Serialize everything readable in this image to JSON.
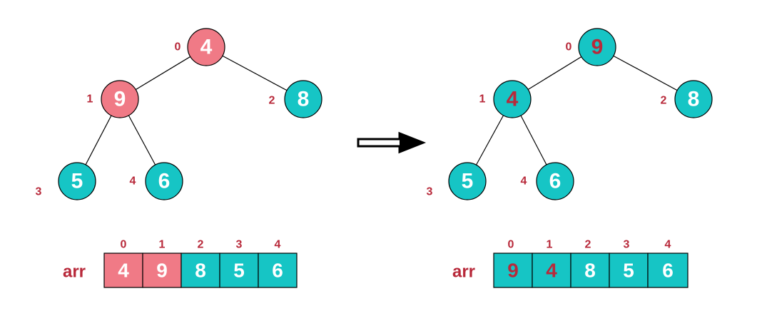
{
  "colors": {
    "pink": "#f07a86",
    "teal": "#16c5c5",
    "label": "#b8293a",
    "white": "#ffffff",
    "edge": "#000000"
  },
  "arrow_icon": "right-arrow-icon",
  "left": {
    "tree": {
      "nodes": [
        {
          "index": "0",
          "value": "4",
          "fill": "pink",
          "text": "white"
        },
        {
          "index": "1",
          "value": "9",
          "fill": "pink",
          "text": "white"
        },
        {
          "index": "2",
          "value": "8",
          "fill": "teal",
          "text": "white"
        },
        {
          "index": "3",
          "value": "5",
          "fill": "teal",
          "text": "white"
        },
        {
          "index": "4",
          "value": "6",
          "fill": "teal",
          "text": "white"
        }
      ]
    },
    "array": {
      "label": "arr",
      "indices": [
        "0",
        "1",
        "2",
        "3",
        "4"
      ],
      "cells": [
        {
          "value": "4",
          "fill": "pink",
          "text": "white"
        },
        {
          "value": "9",
          "fill": "pink",
          "text": "white"
        },
        {
          "value": "8",
          "fill": "teal",
          "text": "white"
        },
        {
          "value": "5",
          "fill": "teal",
          "text": "white"
        },
        {
          "value": "6",
          "fill": "teal",
          "text": "white"
        }
      ]
    }
  },
  "right": {
    "tree": {
      "nodes": [
        {
          "index": "0",
          "value": "9",
          "fill": "teal",
          "text": "label"
        },
        {
          "index": "1",
          "value": "4",
          "fill": "teal",
          "text": "label"
        },
        {
          "index": "2",
          "value": "8",
          "fill": "teal",
          "text": "white"
        },
        {
          "index": "3",
          "value": "5",
          "fill": "teal",
          "text": "white"
        },
        {
          "index": "4",
          "value": "6",
          "fill": "teal",
          "text": "white"
        }
      ]
    },
    "array": {
      "label": "arr",
      "indices": [
        "0",
        "1",
        "2",
        "3",
        "4"
      ],
      "cells": [
        {
          "value": "9",
          "fill": "teal",
          "text": "label"
        },
        {
          "value": "4",
          "fill": "teal",
          "text": "label"
        },
        {
          "value": "8",
          "fill": "teal",
          "text": "white"
        },
        {
          "value": "5",
          "fill": "teal",
          "text": "white"
        },
        {
          "value": "6",
          "fill": "teal",
          "text": "white"
        }
      ]
    }
  }
}
